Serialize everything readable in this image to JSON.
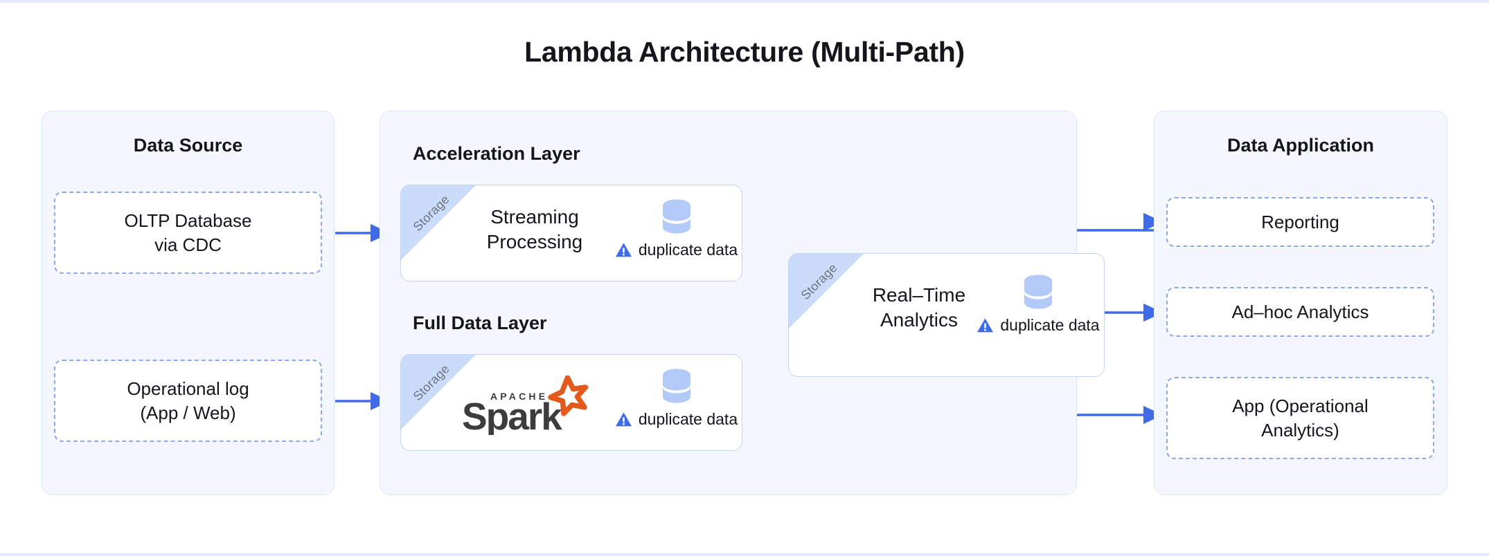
{
  "title": "Lambda Architecture (Multi-Path)",
  "colors": {
    "accent_blue": "#3f6ae8",
    "panel_bg": "#f4f7fe",
    "panel_border": "#dde6f8",
    "dashed_border": "#8da8e8",
    "ribbon_fill": "#cbdcfb",
    "db_icon": "#b3c9f7",
    "spark_orange": "#e25a1c",
    "spark_dark": "#3c3c3c",
    "text": "#14161c",
    "ribbon_text": "#6b7280"
  },
  "panels": {
    "source": {
      "title": "Data Source",
      "nodes": [
        {
          "label": "OLTP Database\nvia CDC"
        },
        {
          "label": "Operational log\n(App / Web)"
        }
      ]
    },
    "processing": {
      "layers": [
        {
          "title": "Acceleration Layer"
        },
        {
          "title": "Full Data Layer"
        }
      ],
      "cards": [
        {
          "ribbon": "Storage",
          "label": "Streaming\nProcessing",
          "icon": "database-icon",
          "warning_icon": "warning-triangle-icon",
          "warning_text": "duplicate data"
        },
        {
          "ribbon": "Storage",
          "label": "",
          "logo": "apache-spark-logo",
          "logo_top_text": "APACHE",
          "logo_main_text": "Spark",
          "icon": "database-icon",
          "warning_icon": "warning-triangle-icon",
          "warning_text": "duplicate data"
        },
        {
          "ribbon": "Storage",
          "label": "Real–Time\nAnalytics",
          "icon": "database-icon",
          "warning_icon": "warning-triangle-icon",
          "warning_text": "duplicate data"
        }
      ]
    },
    "application": {
      "title": "Data Application",
      "nodes": [
        {
          "label": "Reporting"
        },
        {
          "label": "Ad–hoc Analytics"
        },
        {
          "label": "App (Operational\nAnalytics)"
        }
      ]
    }
  },
  "flows": [
    {
      "from": "OLTP Database via CDC",
      "to": "Streaming Processing"
    },
    {
      "from": "Operational log (App / Web)",
      "to": "Apache Spark"
    },
    {
      "from": "Streaming Processing",
      "to": "Reporting"
    },
    {
      "from": "Streaming Processing",
      "to": "Real–Time Analytics"
    },
    {
      "from": "Apache Spark",
      "to": "Real–Time Analytics"
    },
    {
      "from": "Apache Spark",
      "to": "App (Operational Analytics)"
    },
    {
      "from": "Real–Time Analytics",
      "to": "Ad–hoc Analytics"
    }
  ]
}
